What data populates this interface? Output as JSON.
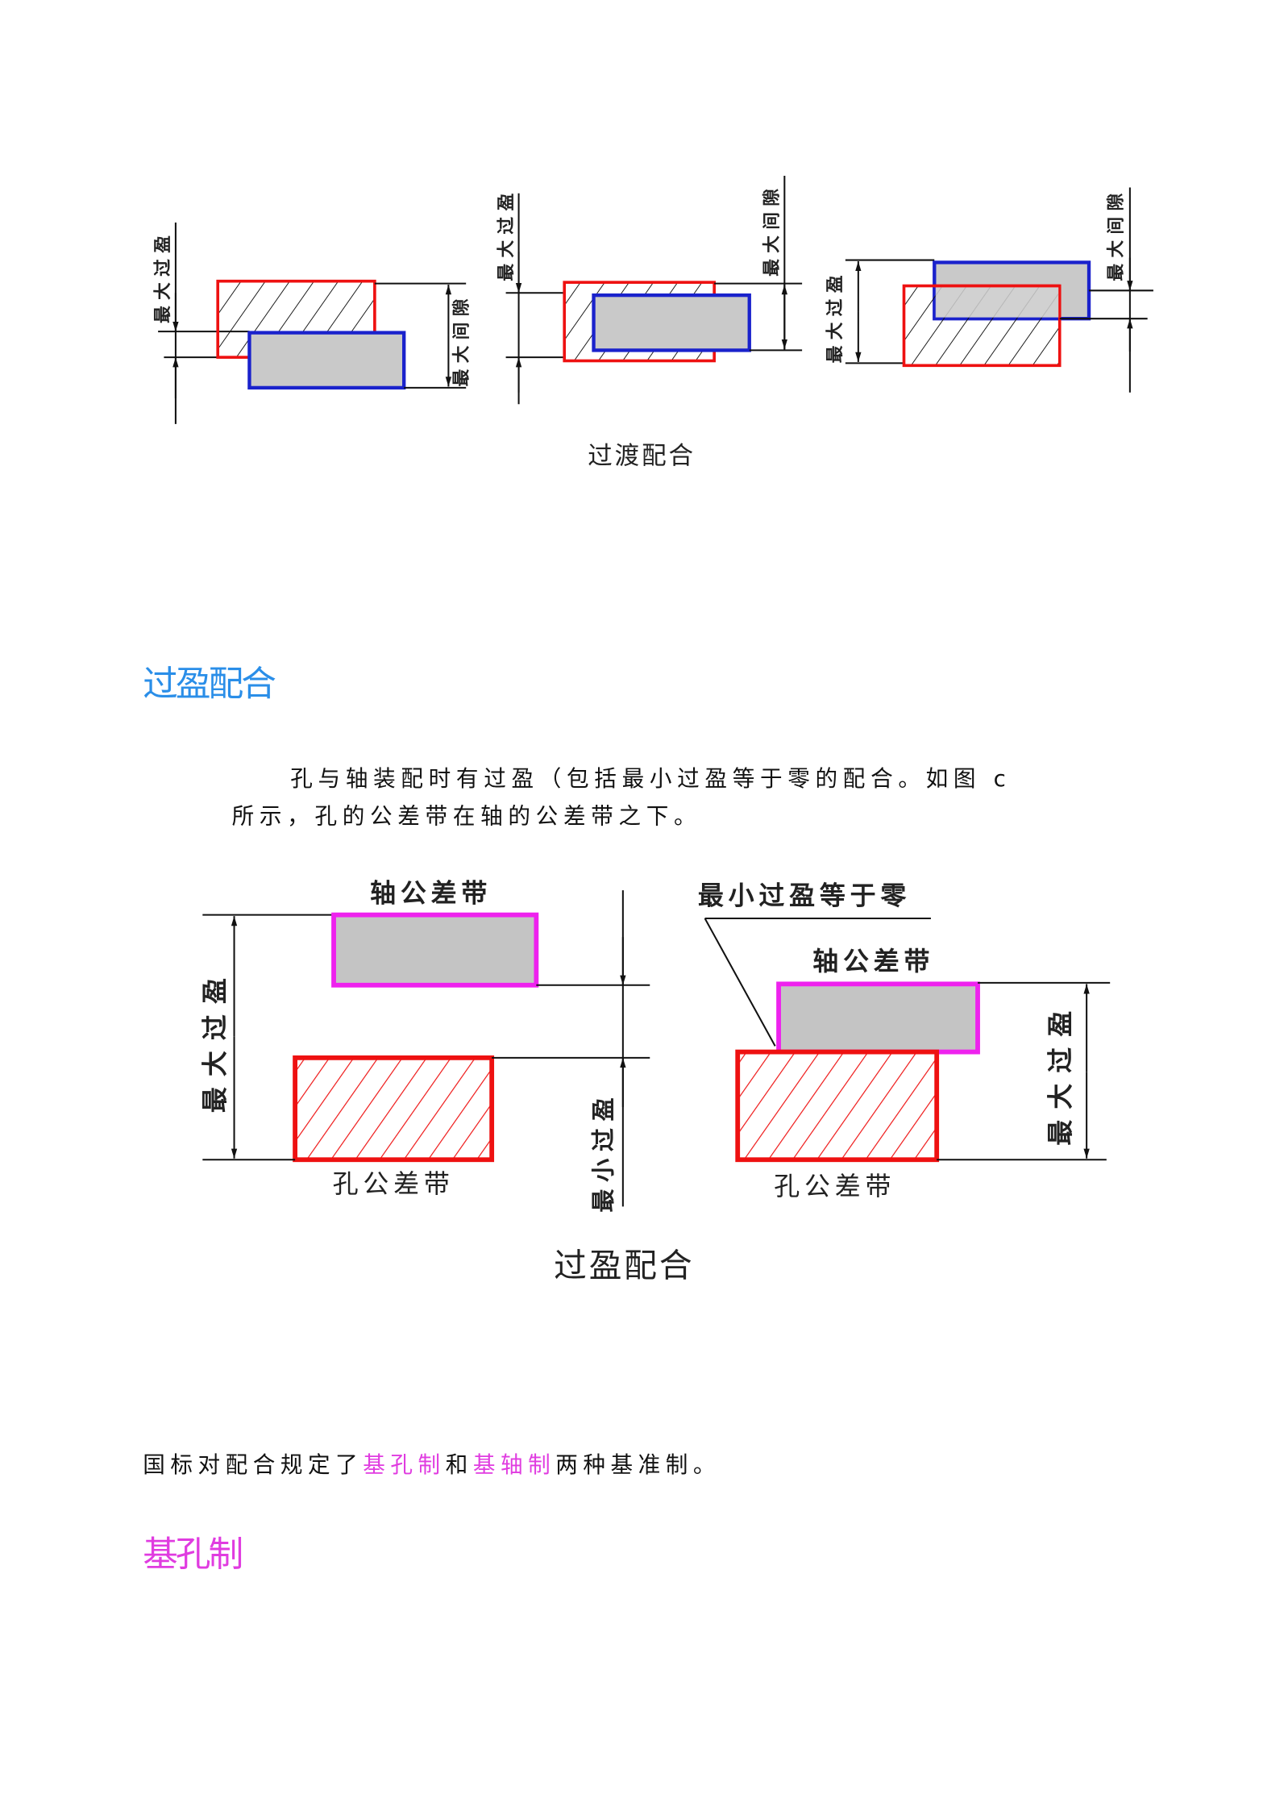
{
  "colors": {
    "heading_blue": "#2a8ee8",
    "magenta": "#e03ce0",
    "hole_red": "#ee1111",
    "shaft_blue": "#1a22cc",
    "shaft_pink": "#ee22ee"
  },
  "figure_transition": {
    "max_interference": "最大过盈",
    "max_clearance": "最大间隙",
    "caption": "过渡配合"
  },
  "section_interference": {
    "heading": "过盈配合",
    "paragraph_line1": "孔与轴装配时有过盈（包括最小过盈等于零的配合。如图 c",
    "paragraph_line2": "所示，孔的公差带在轴的公差带之下。"
  },
  "figure_interference": {
    "shaft_zone": "轴公差带",
    "hole_zone": "孔公差带",
    "max_interference": "最大过盈",
    "min_interference": "最小过盈",
    "min_zero": "最小过盈等于零",
    "caption": "过盈配合"
  },
  "standards": {
    "prefix": "国标对配合规定了",
    "hole_basis": "基孔制",
    "and": "和",
    "shaft_basis": "基轴制",
    "suffix": "两种基准制。"
  },
  "section_hole_basis": {
    "heading": "基孔制"
  }
}
